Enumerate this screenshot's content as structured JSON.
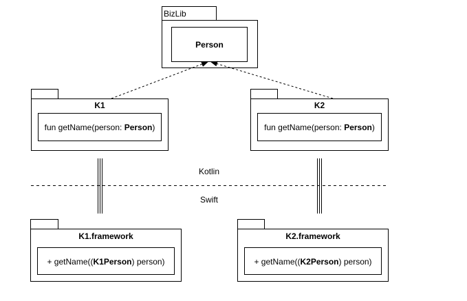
{
  "bizlib": {
    "tab_label": "BizLib",
    "class_name": "Person"
  },
  "k1": {
    "title": "K1",
    "method_prefix": "fun getName(person: ",
    "method_type": "Person",
    "method_suffix": ")"
  },
  "k2": {
    "title": "K2",
    "method_prefix": "fun getName(person: ",
    "method_type": "Person",
    "method_suffix": ")"
  },
  "k1_framework": {
    "title": "K1.framework",
    "method_prefix": "+ getName((",
    "method_type": "K1Person",
    "method_suffix": ") person)"
  },
  "k2_framework": {
    "title": "K2.framework",
    "method_prefix": "+ getName((",
    "method_type": "K2Person",
    "method_suffix": ") person)"
  },
  "boundary": {
    "upper_label": "Kotlin",
    "lower_label": "Swift"
  }
}
